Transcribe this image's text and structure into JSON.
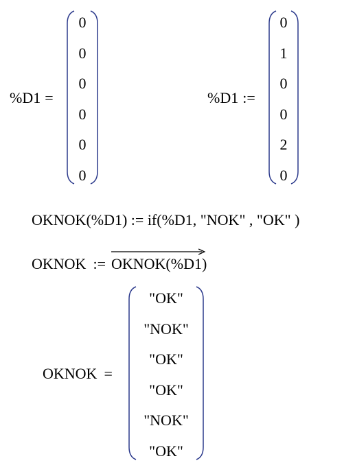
{
  "colors": {
    "background": "#ffffff",
    "text": "#000000",
    "bracket": "#2c3a8c"
  },
  "region_d1_result": {
    "lhs": "%D1",
    "operator": "=",
    "values": [
      "0",
      "0",
      "0",
      "0",
      "0",
      "0"
    ]
  },
  "region_d1_definition": {
    "lhs": "%D1",
    "operator": ":=",
    "values": [
      "0",
      "1",
      "0",
      "0",
      "2",
      "0"
    ]
  },
  "region_func_def": {
    "text": "OKNOK(%D1) := if(%D1, \"NOK\" , \"OK\" )"
  },
  "region_vectorize": {
    "lhs": "OKNOK",
    "operator": ":=",
    "rhs": "OKNOK(%D1)"
  },
  "region_oknok_result": {
    "lhs": "OKNOK",
    "operator": "=",
    "values": [
      "\"OK\"",
      "\"NOK\"",
      "\"OK\"",
      "\"OK\"",
      "\"NOK\"",
      "\"OK\""
    ]
  }
}
